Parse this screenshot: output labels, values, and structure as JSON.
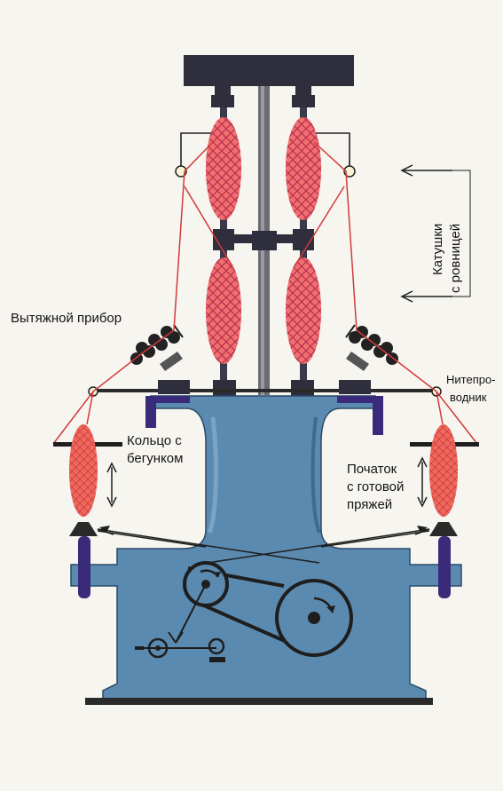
{
  "labels": {
    "drafting": "Вытяжной прибор",
    "bobbins_line1": "Катушки",
    "bobbins_line2": "с ровницей",
    "guide_line1": "Нитепро-",
    "guide_line2": "водник",
    "ring_line1": "Кольцо с",
    "ring_line2": "бегунком",
    "cop_line1": "Початок",
    "cop_line2": "с готовой",
    "cop_line3": "пряжей"
  },
  "colors": {
    "frame": "#5b8ab0",
    "frame_dark": "#3d6a90",
    "dark": "#2a2a2a",
    "bobbin": "#f07070",
    "bobbin_hatch": "#b83050",
    "thread": "#d23a3a",
    "cop": "#ee6a5a",
    "spindle": "#3a2a7a",
    "paper": "#f7f5ef"
  }
}
